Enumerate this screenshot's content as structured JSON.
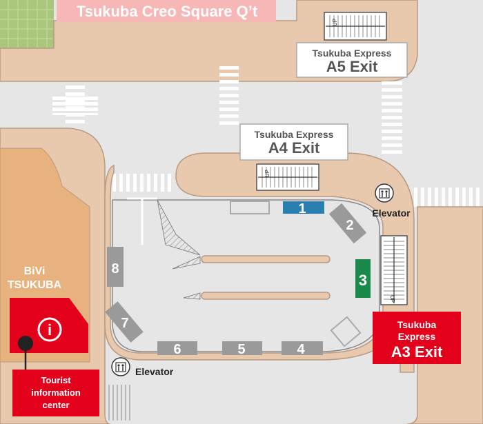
{
  "map": {
    "places": {
      "creo_square": "Tsukuba Creo Square Q’t",
      "bivi_line1": "BiVi",
      "bivi_line2": "TSUKUBA"
    },
    "exits": {
      "a5": {
        "line1": "Tsukuba Express",
        "line2": "A5 Exit"
      },
      "a4": {
        "line1": "Tsukuba Express",
        "line2": "A4 Exit"
      },
      "a3": {
        "line1": "Tsukuba",
        "line2": "Express",
        "line3": "A3 Exit"
      }
    },
    "elevators": {
      "east": "Elevator",
      "southwest": "Elevator"
    },
    "bus_stops": [
      {
        "number": "1",
        "color": "#2a7fb0"
      },
      {
        "number": "2",
        "color": "#9a9a9a"
      },
      {
        "number": "3",
        "color": "#1a8a4a"
      },
      {
        "number": "4",
        "color": "#9a9a9a"
      },
      {
        "number": "5",
        "color": "#9a9a9a"
      },
      {
        "number": "6",
        "color": "#9a9a9a"
      },
      {
        "number": "7",
        "color": "#9a9a9a"
      },
      {
        "number": "8",
        "color": "#9a9a9a"
      }
    ],
    "tourist_info": {
      "symbol": "i",
      "line1": "Tourist",
      "line2": "information",
      "line3": "center"
    },
    "stair_label": "UP",
    "colors": {
      "sidewalk": "#e8c9ad",
      "sidewalk_edge": "#b89a82",
      "road": "#e6e6e6",
      "building_bivi": "#e8b27e",
      "park": "#a9c67a",
      "creo_banner": "#f7b7b7",
      "highlight_red": "#e3001b",
      "sign_border": "#aaaaaa",
      "sign_text": "#555555"
    }
  }
}
